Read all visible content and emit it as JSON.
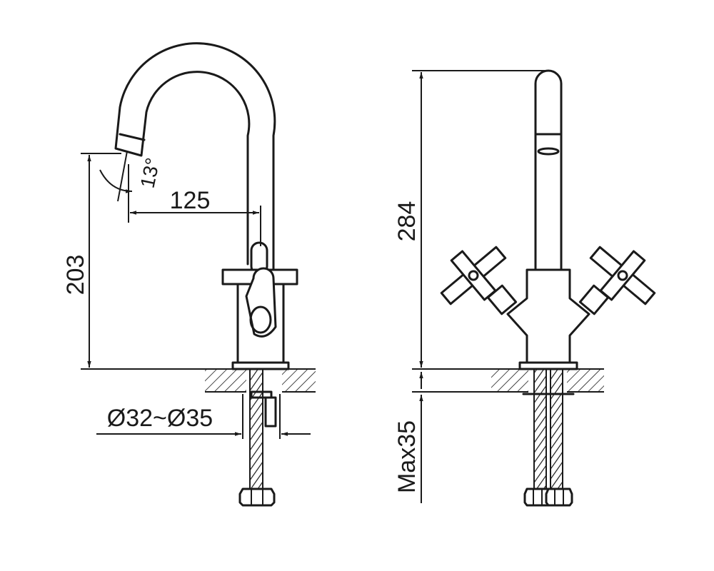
{
  "dimensions": {
    "spout_reach": "125",
    "side_height": "203",
    "front_height": "284",
    "mount_hole": "Ø32~Ø35",
    "max_thickness": "Max35",
    "spout_angle": "13°"
  },
  "colors": {
    "line": "#1a1a1a",
    "background": "#ffffff"
  }
}
